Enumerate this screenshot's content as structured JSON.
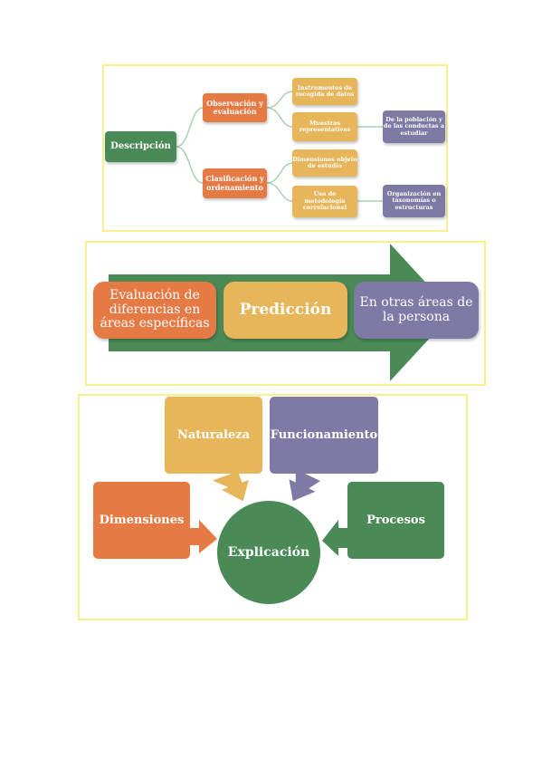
{
  "diagram1": {
    "root": "Descripción",
    "level1": [
      "Observación y evaluación",
      "Clasificación y ordenamiento"
    ],
    "level2": [
      "Instrumentos de recogida de datos",
      "Muestras representativas",
      "Dimensiones objeto de estudio",
      "Uso de metodología correlacional"
    ],
    "level3": [
      "De la población y de las conductas a estudiar",
      "Organización en taxonomías o estructuras"
    ]
  },
  "diagram2": {
    "left": "Evaluación de diferencias en áreas específicas",
    "center": "Predicción",
    "right": "En otras áreas de la persona"
  },
  "diagram3": {
    "center": "Explicación",
    "top_left": "Naturaleza",
    "top_right": "Funcionamiento",
    "left": "Dimensiones",
    "right": "Procesos"
  },
  "colors": {
    "frame": "#f7f08c",
    "green": "#4a8a57",
    "orange": "#e57a45",
    "yellow": "#e8b65a",
    "purple": "#7d7aa6",
    "light_green": "#a9d3b0"
  }
}
